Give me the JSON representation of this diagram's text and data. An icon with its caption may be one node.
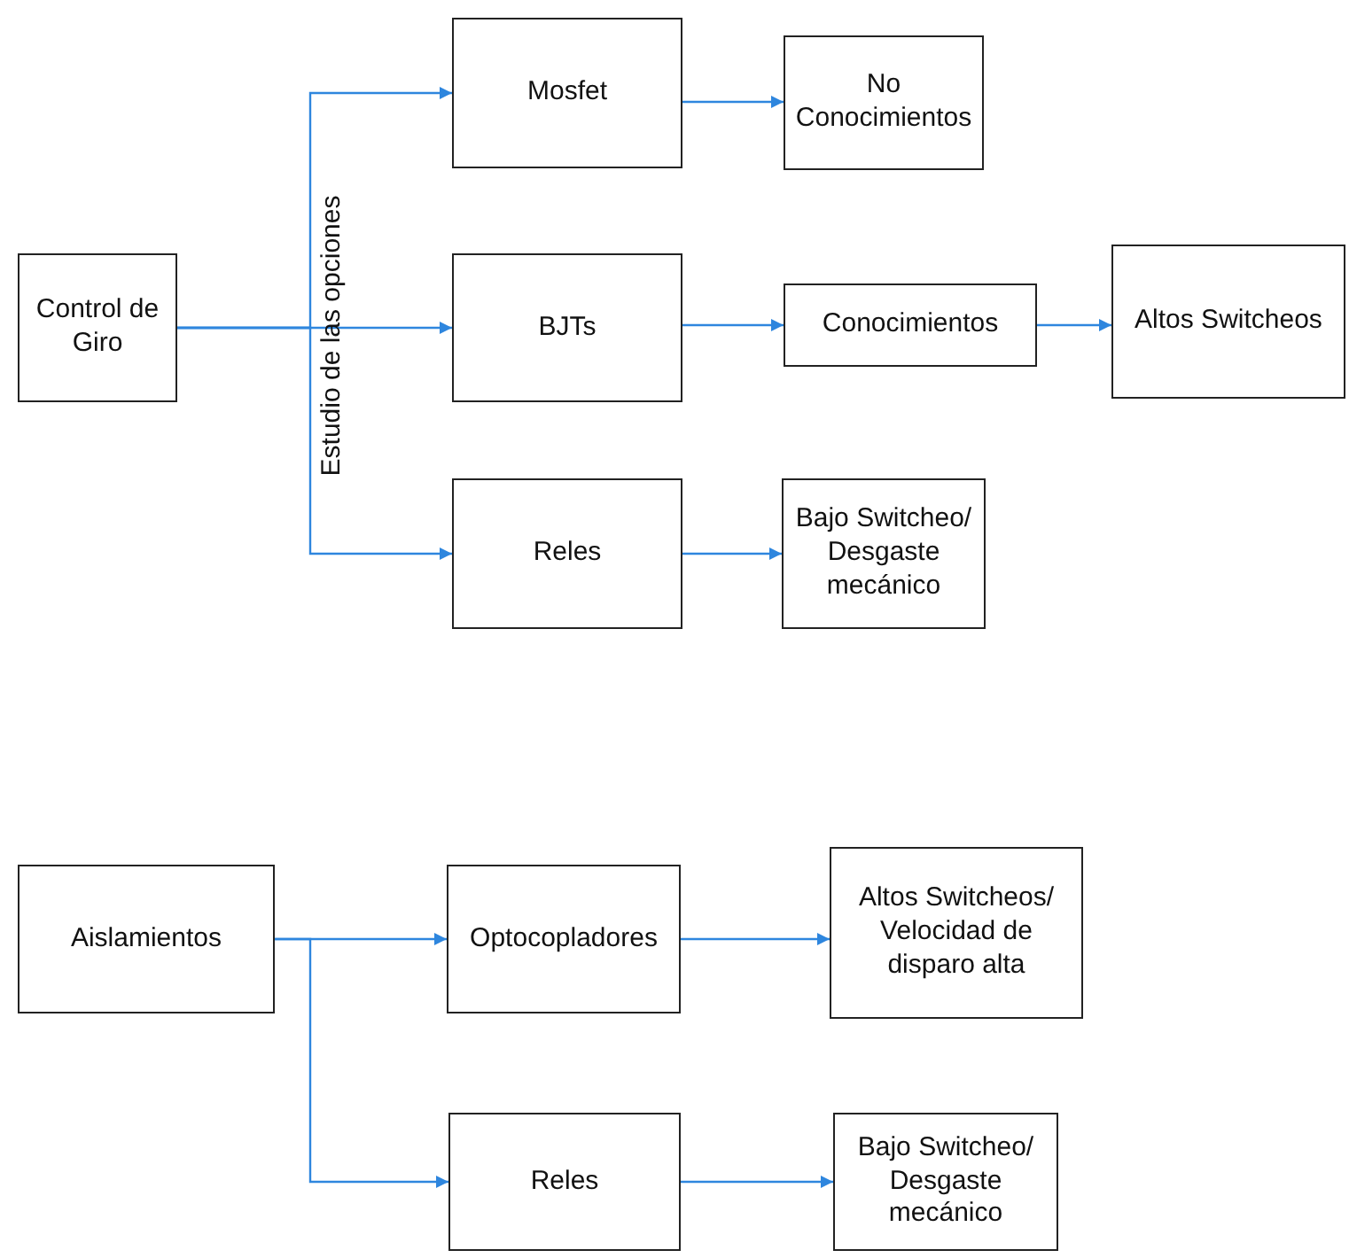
{
  "diagram": {
    "nodes": [
      {
        "text": [
          "Control de Giro"
        ]
      },
      {
        "text": [
          "Mosfet"
        ]
      },
      {
        "text": [
          "No Conocimientos"
        ]
      },
      {
        "text": [
          "BJTs"
        ]
      },
      {
        "text": [
          "Conocimientos"
        ]
      },
      {
        "text": [
          "Altos Switcheos"
        ]
      },
      {
        "text": [
          "Reles"
        ]
      },
      {
        "text": [
          "Bajo Switcheo/ Desgaste mecánico"
        ]
      },
      {
        "text": [
          "Aislamientos"
        ]
      },
      {
        "text": [
          "Optocopladores"
        ]
      },
      {
        "text": [
          "Altos Switcheos/ Velocidad de disparo alta"
        ]
      },
      {
        "text": [
          "Reles"
        ]
      },
      {
        "text": [
          "Bajo Switcheo/ Desgaste mecánico"
        ]
      }
    ],
    "edges": [
      {
        "from": 0,
        "to": 1,
        "arrow": "to"
      },
      {
        "from": 0,
        "to": 3,
        "arrow": "to"
      },
      {
        "from": 0,
        "to": 6,
        "arrow": "to"
      },
      {
        "from": 1,
        "to": 2,
        "arrow": "to"
      },
      {
        "from": 3,
        "to": 4,
        "arrow": "to"
      },
      {
        "from": 4,
        "to": 5,
        "arrow": "to"
      },
      {
        "from": 6,
        "to": 7,
        "arrow": "to"
      },
      {
        "from": 8,
        "to": 9,
        "arrow": "to"
      },
      {
        "from": 8,
        "to": 11,
        "arrow": "to"
      },
      {
        "from": 9,
        "to": 10,
        "arrow": "to"
      },
      {
        "from": 11,
        "to": 12,
        "arrow": "to"
      }
    ],
    "labels": [
      "Estudio de las opciones"
    ]
  }
}
